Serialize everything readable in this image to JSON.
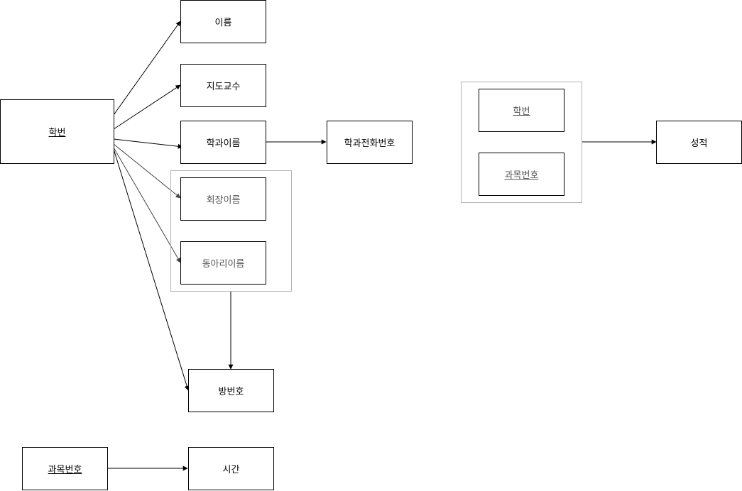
{
  "nodes": {
    "hakbeon": "학번",
    "ireum": "이름",
    "jidogyosu": "지도교수",
    "hakgwa_ireum": "학과이름",
    "hakgwa_jeonhwa": "학과전화번호",
    "hoejang_ireum": "회장이름",
    "dongari_ireum": "동아리이름",
    "bangbeonho": "방번호",
    "gwamok_beonho": "과목번호",
    "sigan": "시간",
    "group_hakbeon": "학번",
    "group_gwamok": "과목번호",
    "seongjeok": "성적"
  }
}
